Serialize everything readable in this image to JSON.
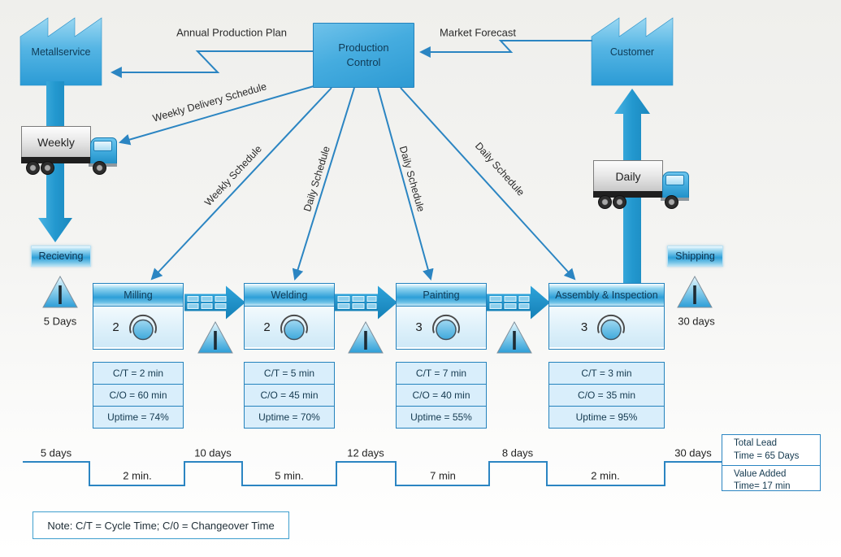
{
  "colors": {
    "primary_blue": "#2D9ED8",
    "line_blue": "#2B85C2",
    "panel_fill": "#D9EEFB",
    "text_dark": "#14394F"
  },
  "top": {
    "left_factory_label": "Metallservice",
    "right_factory_label": "Customer",
    "pc_line1": "Production",
    "pc_line2": "Control",
    "annual_plan_label": "Annual Production Plan",
    "market_forecast_label": "Market Forecast"
  },
  "schedule_labels": {
    "weekly_delivery": "Weekly Delivery Schedule",
    "weekly": "Weekly Schedule",
    "daily_1": "Daily Schedule",
    "daily_2": "Daily Schedule",
    "daily_3": "Daily Schedule"
  },
  "trucks": {
    "left_label": "Weekly",
    "right_label": "Daily"
  },
  "logistics": {
    "receiving_label": "Recieving",
    "shipping_label": "Shipping",
    "inventory_in_label": "5 Days",
    "inventory_out_label": "30 days"
  },
  "processes": [
    {
      "name": "Milling",
      "operators": "2",
      "ct": "C/T = 2 min",
      "co": "C/O = 60 min",
      "uptime": "Uptime = 74%"
    },
    {
      "name": "Welding",
      "operators": "2",
      "ct": "C/T = 5 min",
      "co": "C/O = 45 min",
      "uptime": "Uptime = 70%"
    },
    {
      "name": "Painting",
      "operators": "3",
      "ct": "C/T = 7 min",
      "co": "C/O = 40 min",
      "uptime": "Uptime = 55%"
    },
    {
      "name": "Assembly & Inspection",
      "operators": "3",
      "ct": "C/T = 3 min",
      "co": "C/O = 35 min",
      "uptime": "Uptime = 95%"
    }
  ],
  "timeline": {
    "wait_labels": [
      "5 days",
      "10 days",
      "12 days",
      "8 days",
      "30 days"
    ],
    "process_labels": [
      "2 min.",
      "5 min.",
      "7 min",
      "2 min."
    ]
  },
  "summary": {
    "total_lead_line1": "Total Lead",
    "total_lead_line2": "Time = 65 Days",
    "value_added_line1": "Value Added",
    "value_added_line2": "Time= 17 min"
  },
  "note_text": "Note: C/T = Cycle Time; C/0 = Changeover Time"
}
